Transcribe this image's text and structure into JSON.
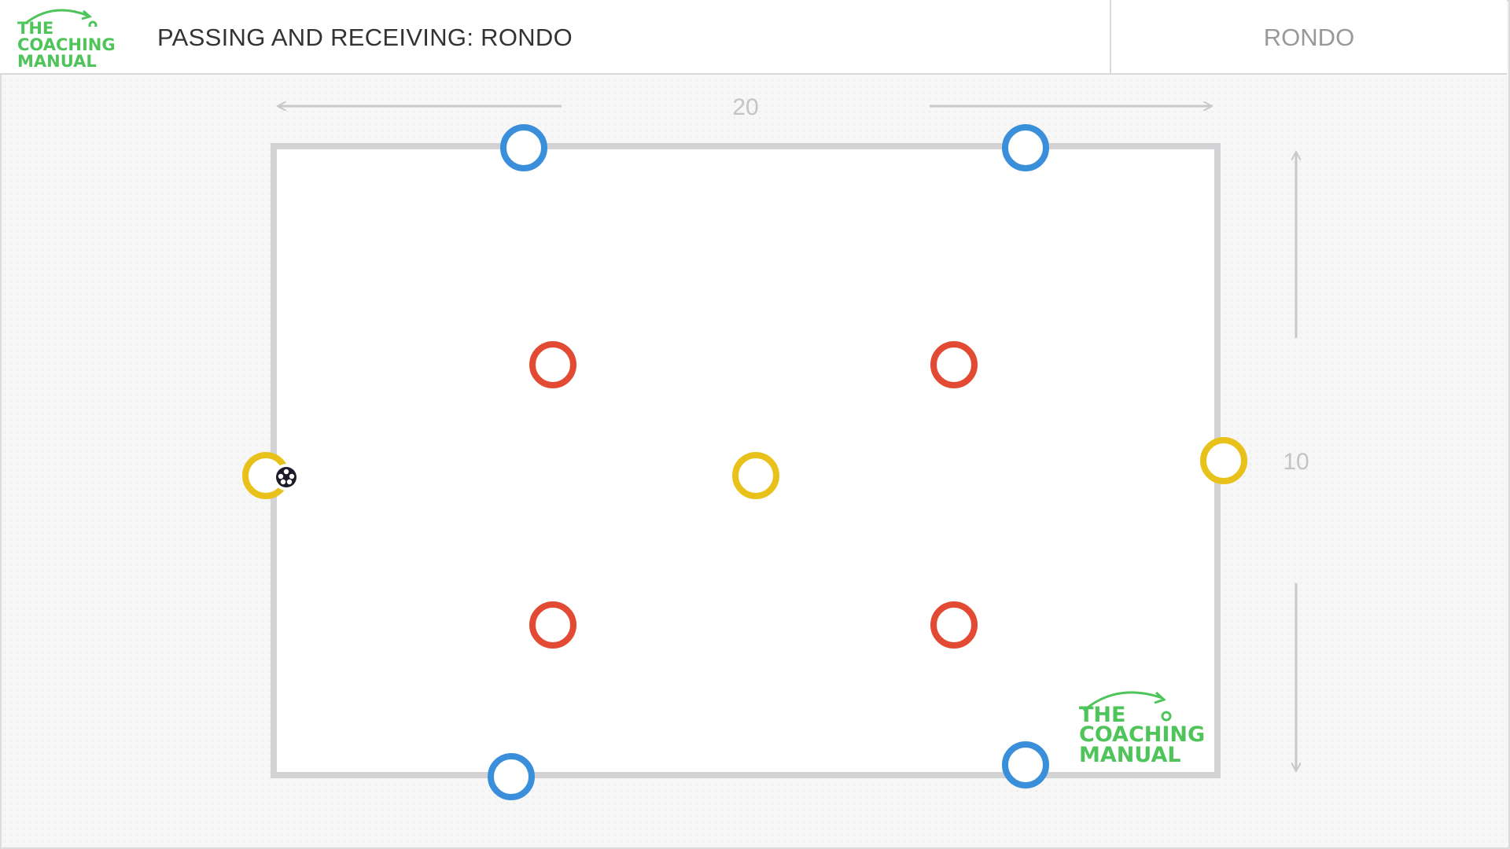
{
  "header": {
    "logo_text": "THE\nCOACHING\nMANUAL",
    "title": "PASSING AND RECEIVING: RONDO",
    "tag": "RONDO"
  },
  "diagram": {
    "width_label": "20",
    "height_label": "10",
    "watermark": {
      "line1": "THE",
      "line2": "COACHING",
      "line3": "MANUAL"
    },
    "colors": {
      "blue_team": "#3a8fdb",
      "red_team": "#e24a33",
      "yellow_team": "#e8c21b",
      "pitch_border": "#d3d3d6",
      "dimension_arrow": "#c9c9c9",
      "brand_green": "#4fc45a"
    },
    "players": [
      {
        "team": "blue"
      },
      {
        "team": "blue"
      },
      {
        "team": "blue"
      },
      {
        "team": "blue"
      },
      {
        "team": "red"
      },
      {
        "team": "red"
      },
      {
        "team": "red"
      },
      {
        "team": "red"
      },
      {
        "team": "yellow"
      },
      {
        "team": "yellow"
      },
      {
        "team": "yellow"
      }
    ],
    "ball": {
      "icon": "soccer-ball-icon"
    }
  }
}
